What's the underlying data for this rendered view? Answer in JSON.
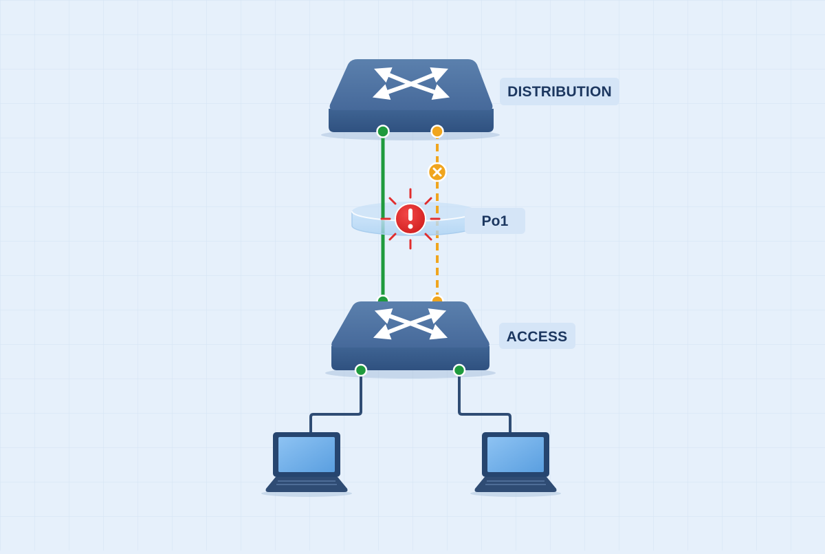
{
  "diagram": {
    "labels": {
      "distribution": "DISTRIBUTION",
      "access": "ACCESS",
      "port_channel": "Po1"
    },
    "links": [
      {
        "id": "uplink-1",
        "state": "up",
        "style": "solid",
        "color": "#1f9a3d"
      },
      {
        "id": "uplink-2",
        "state": "down",
        "style": "dashed",
        "color": "#f0a51e"
      }
    ],
    "status_markers": {
      "port_channel_alert": {
        "icon": "exclamation-alert-icon",
        "color": "#e02d2d"
      },
      "link_down_marker": {
        "icon": "x-circle-icon",
        "color": "#f0a51e"
      }
    },
    "colors": {
      "background": "#e6f0fb",
      "grid": "#d3e2f3",
      "switch_body": "#3e6392",
      "label_bg": "#d5e5f7",
      "label_text": "#1c3760",
      "access_port_up": "#1f9a3d"
    }
  }
}
